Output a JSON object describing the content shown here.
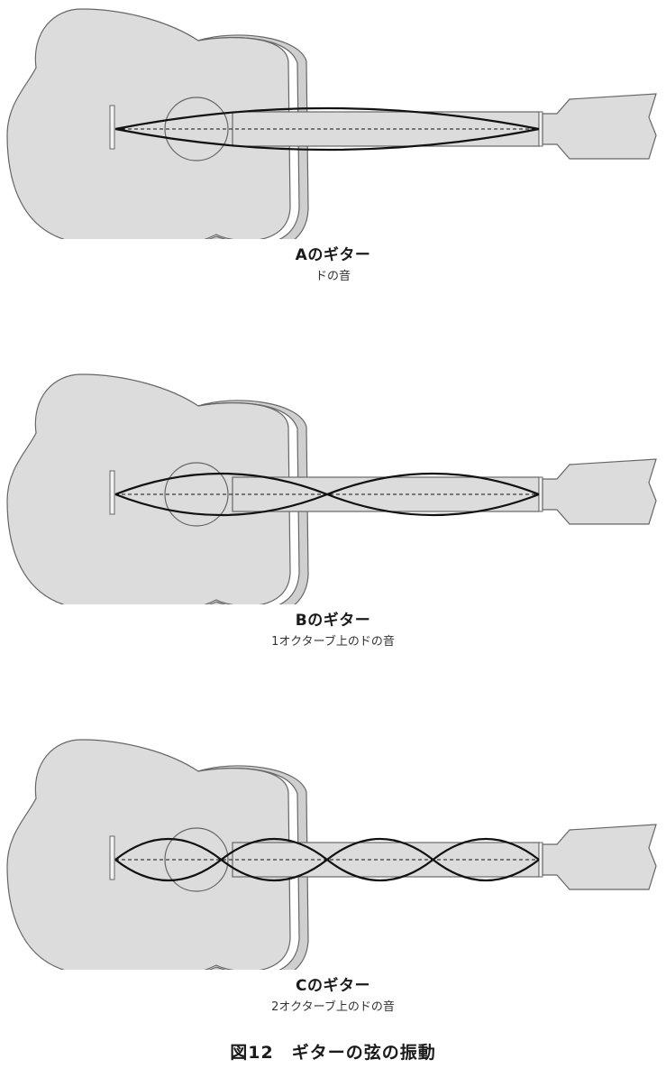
{
  "figure_caption": "図12　ギターの弦の振動",
  "panels": [
    {
      "title": "Aのギター",
      "subtitle": "ドの音",
      "loops": 1
    },
    {
      "title": "Bのギター",
      "subtitle": "1オクターブ上のドの音",
      "loops": 2
    },
    {
      "title": "Cのギター",
      "subtitle": "2オクターブ上のドの音",
      "loops": 4
    }
  ],
  "colors": {
    "body_fill": "#dcdcdc",
    "outline": "#666666",
    "string": "#111111"
  }
}
